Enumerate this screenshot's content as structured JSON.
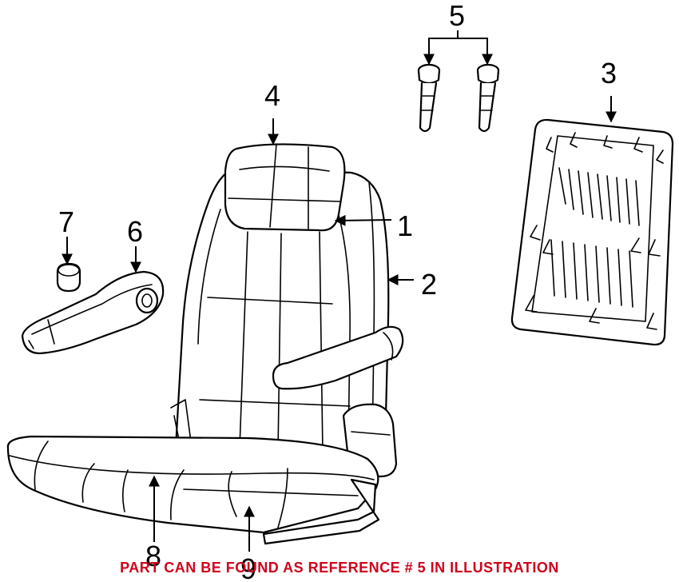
{
  "callouts": {
    "n1": "1",
    "n2": "2",
    "n3": "3",
    "n4": "4",
    "n5": "5",
    "n6": "6",
    "n7": "7",
    "n8": "8",
    "n9": "9"
  },
  "note": "PART CAN BE FOUND AS REFERENCE # 5 IN ILLUSTRATION",
  "colors": {
    "line_art": "#000000",
    "note_text": "#d0021b",
    "background": "#ffffff"
  }
}
